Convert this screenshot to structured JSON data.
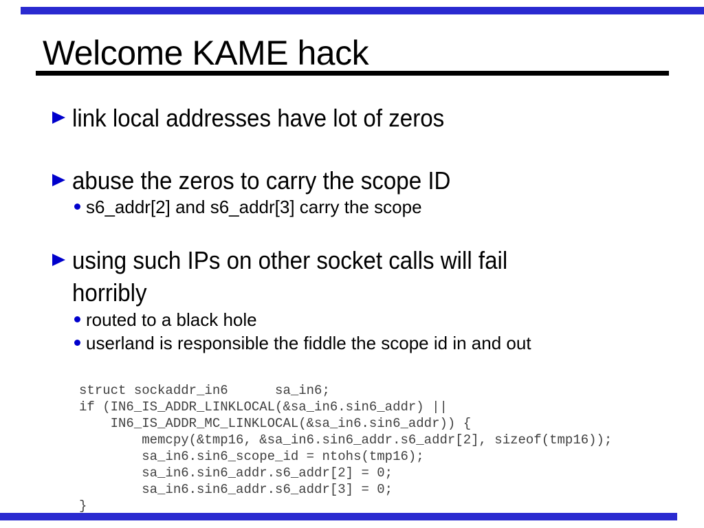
{
  "slide": {
    "title": "Welcome KAME hack",
    "colors": {
      "bar_blue": "#2a2ad0",
      "bullet_blue": "#0000cc",
      "text_black": "#000000",
      "code_gray": "#3f3f3f",
      "background": "#ffffff"
    },
    "decorations": {
      "top_bar": "blue-horizontal-bar",
      "bottom_bar": "blue-horizontal-bar",
      "title_rule": "black-underline"
    },
    "bullets": [
      {
        "level": 1,
        "marker": "triangle-bullet-icon",
        "text": "link local addresses have lot of zeros"
      },
      {
        "level": 1,
        "marker": "triangle-bullet-icon",
        "text": "abuse the zeros to carry the scope ID"
      },
      {
        "level": 2,
        "marker": "dot-bullet-icon",
        "text": "s6_addr[2] and s6_addr[3] carry the scope"
      },
      {
        "level": 1,
        "marker": "triangle-bullet-icon",
        "text": "using such IPs on other socket calls will fail horribly"
      },
      {
        "level": 2,
        "marker": "dot-bullet-icon",
        "text": "routed to a black hole"
      },
      {
        "level": 2,
        "marker": "dot-bullet-icon",
        "text": "userland is responsible the fiddle the scope id in and out"
      }
    ],
    "code_lines": [
      "struct sockaddr_in6      sa_in6;",
      "if (IN6_IS_ADDR_LINKLOCAL(&sa_in6.sin6_addr) ||",
      "    IN6_IS_ADDR_MC_LINKLOCAL(&sa_in6.sin6_addr)) {",
      "        memcpy(&tmp16, &sa_in6.sin6_addr.s6_addr[2], sizeof(tmp16));",
      "        sa_in6.sin6_scope_id = ntohs(tmp16);",
      "        sa_in6.sin6_addr.s6_addr[2] = 0;",
      "        sa_in6.sin6_addr.s6_addr[3] = 0;",
      "}"
    ]
  }
}
